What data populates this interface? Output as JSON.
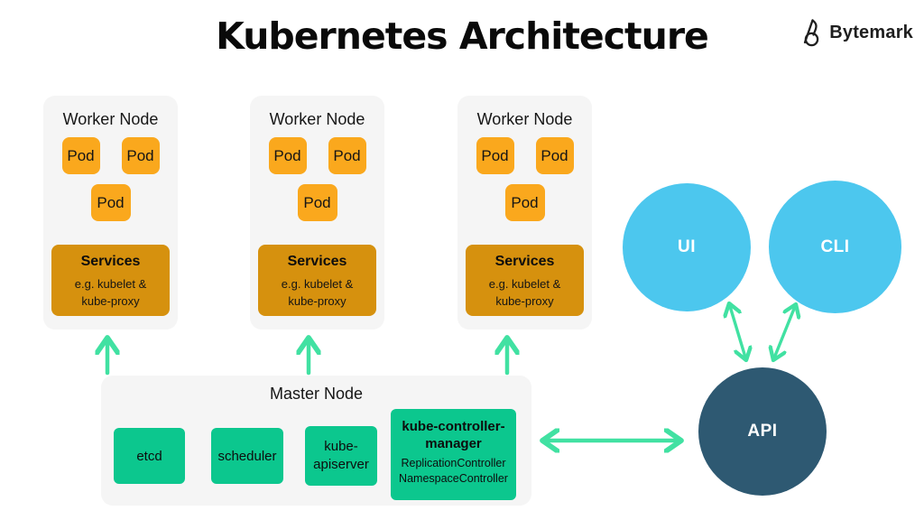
{
  "title": "Kubernetes Architecture",
  "logo": {
    "text": "Bytemark",
    "icon": "bytemark-logo-icon"
  },
  "colors": {
    "pod_orange": "#faa81d",
    "services_orange": "#d6910e",
    "node_background": "#f5f5f5",
    "component_green": "#0cc78e",
    "arrow_mint": "#41e1a2",
    "circle_blue": "#4cc7ee",
    "api_dark_blue": "#2e5972",
    "text_dark": "#111111"
  },
  "worker_nodes": [
    {
      "title": "Worker Node",
      "pods": [
        "Pod",
        "Pod",
        "Pod"
      ],
      "services": {
        "title": "Services",
        "subtitle": "e.g. kubelet & kube-proxy"
      }
    },
    {
      "title": "Worker Node",
      "pods": [
        "Pod",
        "Pod",
        "Pod"
      ],
      "services": {
        "title": "Services",
        "subtitle": "e.g. kubelet & kube-proxy"
      }
    },
    {
      "title": "Worker Node",
      "pods": [
        "Pod",
        "Pod",
        "Pod"
      ],
      "services": {
        "title": "Services",
        "subtitle": "e.g. kubelet & kube-proxy"
      }
    }
  ],
  "master_node": {
    "title": "Master Node",
    "components": [
      {
        "label": "etcd"
      },
      {
        "label": "scheduler"
      },
      {
        "label": "kube-apiserver"
      },
      {
        "label": "kube-controller-manager",
        "sublines": [
          "ReplicationController",
          "NamespaceController"
        ]
      }
    ]
  },
  "circles": {
    "ui": {
      "label": "UI"
    },
    "cli": {
      "label": "CLI"
    },
    "api": {
      "label": "API"
    }
  }
}
